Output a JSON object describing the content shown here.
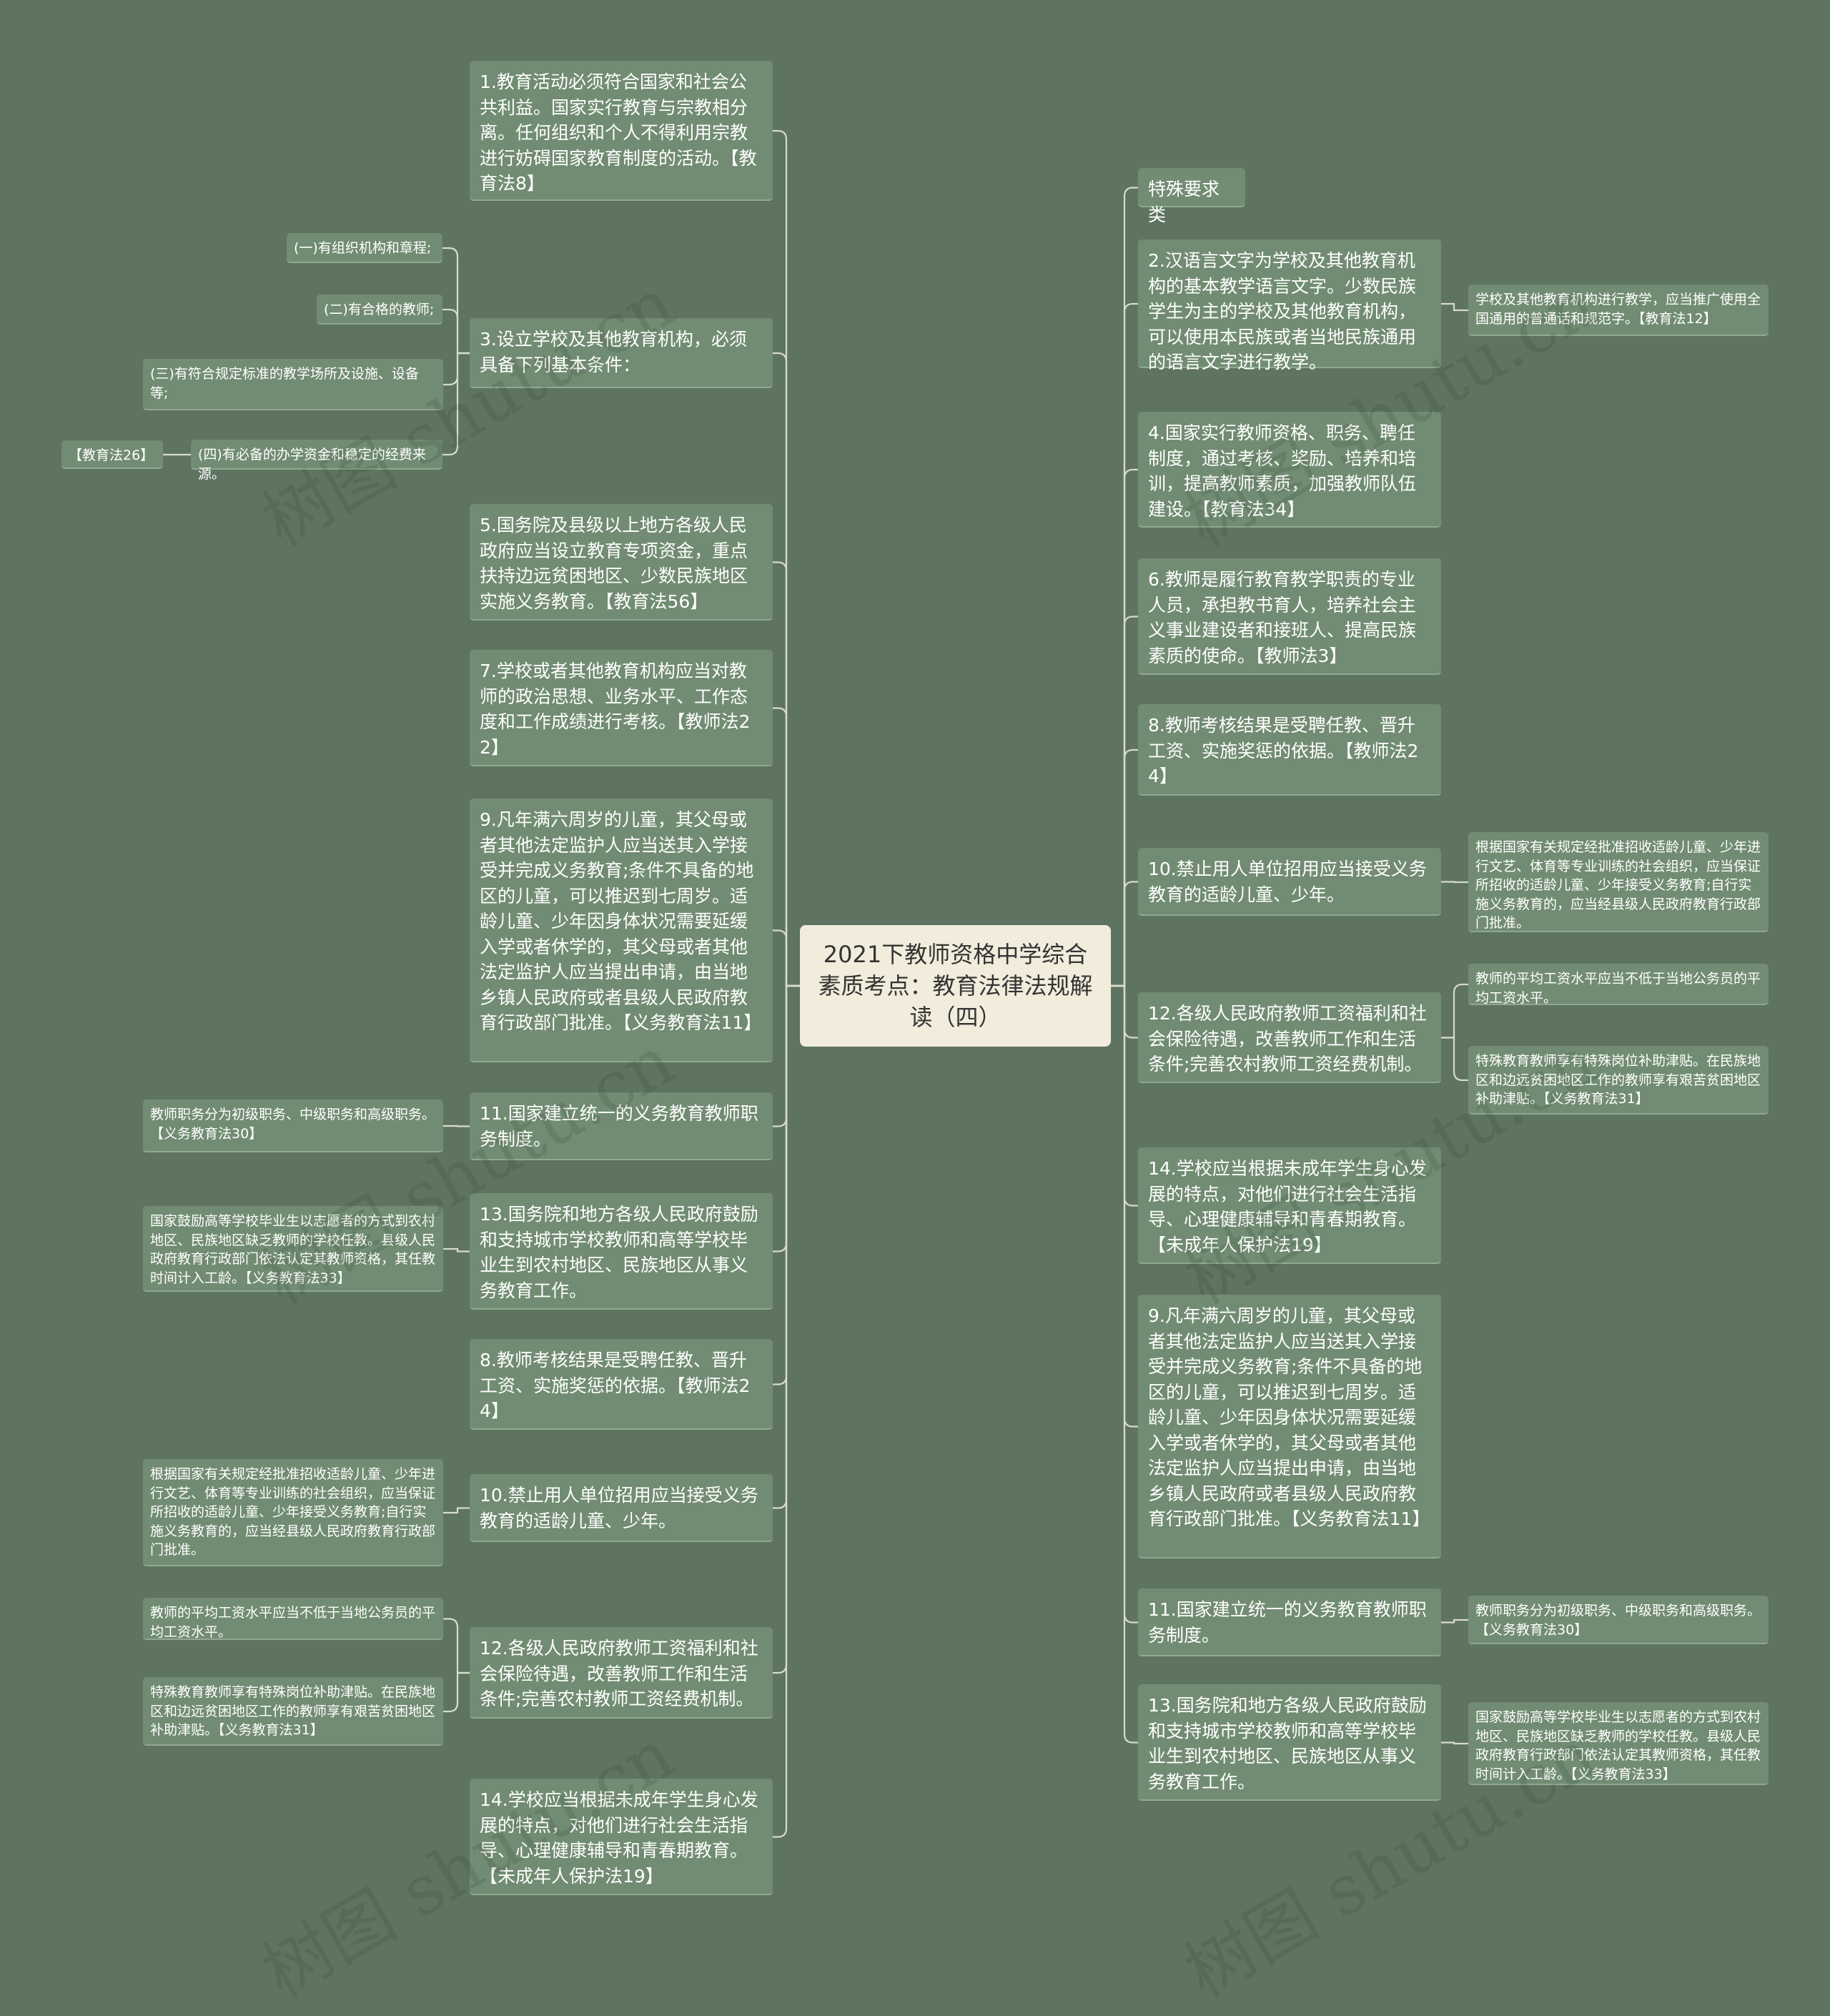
{
  "center": "2021下教师资格中学综合素质考点：教育法律法规解读（四）",
  "watermark": "树图 shutu.cn",
  "left": [
    {
      "text": "1.教育活动必须符合国家和社会公共利益。国家实行教育与宗教相分离。任何组织和个人不得利用宗教进行妨碍国家教育制度的活动。【教育法8】",
      "children": []
    },
    {
      "text": "3.设立学校及其他教育机构，必须具备下列基本条件：",
      "children": [
        {
          "text": "(一)有组织机构和章程;"
        },
        {
          "text": "(二)有合格的教师;"
        },
        {
          "text": "(三)有符合规定标准的教学场所及设施、设备等;"
        },
        {
          "text": "(四)有必备的办学资金和稳定的经费来源。",
          "child": "【教育法26】"
        }
      ]
    },
    {
      "text": "5.国务院及县级以上地方各级人民政府应当设立教育专项资金，重点扶持边远贫困地区、少数民族地区实施义务教育。【教育法56】",
      "children": []
    },
    {
      "text": "7.学校或者其他教育机构应当对教师的政治思想、业务水平、工作态度和工作成绩进行考核。【教师法22】",
      "children": []
    },
    {
      "text": "9.凡年满六周岁的儿童，其父母或者其他法定监护人应当送其入学接受并完成义务教育;条件不具备的地区的儿童，可以推迟到七周岁。适龄儿童、少年因身体状况需要延缓入学或者休学的，其父母或者其他法定监护人应当提出申请，由当地乡镇人民政府或者县级人民政府教育行政部门批准。【义务教育法11】",
      "children": []
    },
    {
      "text": "11.国家建立统一的义务教育教师职务制度。",
      "children": [
        {
          "text": "教师职务分为初级职务、中级职务和高级职务。【义务教育法30】"
        }
      ]
    },
    {
      "text": "13.国务院和地方各级人民政府鼓励和支持城市学校教师和高等学校毕业生到农村地区、民族地区从事义务教育工作。",
      "children": [
        {
          "text": "国家鼓励高等学校毕业生以志愿者的方式到农村地区、民族地区缺乏教师的学校任教。县级人民政府教育行政部门依法认定其教师资格，其任教时间计入工龄。【义务教育法33】"
        }
      ]
    },
    {
      "text": "8.教师考核结果是受聘任教、晋升工资、实施奖惩的依据。【教师法24】",
      "children": []
    },
    {
      "text": "10.禁止用人单位招用应当接受义务教育的适龄儿童、少年。",
      "children": [
        {
          "text": "根据国家有关规定经批准招收适龄儿童、少年进行文艺、体育等专业训练的社会组织，应当保证所招收的适龄儿童、少年接受义务教育;自行实施义务教育的，应当经县级人民政府教育行政部门批准。"
        }
      ]
    },
    {
      "text": "12.各级人民政府教师工资福利和社会保险待遇，改善教师工作和生活条件;完善农村教师工资经费机制。",
      "children": [
        {
          "text": "教师的平均工资水平应当不低于当地公务员的平均工资水平。"
        },
        {
          "text": "特殊教育教师享有特殊岗位补助津贴。在民族地区和边远贫困地区工作的教师享有艰苦贫困地区补助津贴。【义务教育法31】"
        }
      ]
    },
    {
      "text": "14.学校应当根据未成年学生身心发展的特点，对他们进行社会生活指导、心理健康辅导和青春期教育。【未成年人保护法19】",
      "children": []
    }
  ],
  "right": [
    {
      "text": "特殊要求类",
      "children": []
    },
    {
      "text": "2.汉语言文字为学校及其他教育机构的基本教学语言文字。少数民族学生为主的学校及其他教育机构，可以使用本民族或者当地民族通用的语言文字进行教学。",
      "children": [
        {
          "text": "学校及其他教育机构进行教学，应当推广使用全国通用的普通话和规范字。【教育法12】"
        }
      ]
    },
    {
      "text": "4.国家实行教师资格、职务、聘任制度，通过考核、奖励、培养和培训，提高教师素质，加强教师队伍建设。【教育法34】",
      "children": []
    },
    {
      "text": "6.教师是履行教育教学职责的专业人员，承担教书育人，培养社会主义事业建设者和接班人、提高民族素质的使命。【教师法3】",
      "children": []
    },
    {
      "text": "8.教师考核结果是受聘任教、晋升工资、实施奖惩的依据。【教师法24】",
      "children": []
    },
    {
      "text": "10.禁止用人单位招用应当接受义务教育的适龄儿童、少年。",
      "children": [
        {
          "text": "根据国家有关规定经批准招收适龄儿童、少年进行文艺、体育等专业训练的社会组织，应当保证所招收的适龄儿童、少年接受义务教育;自行实施义务教育的，应当经县级人民政府教育行政部门批准。"
        }
      ]
    },
    {
      "text": "12.各级人民政府教师工资福利和社会保险待遇，改善教师工作和生活条件;完善农村教师工资经费机制。",
      "children": [
        {
          "text": "教师的平均工资水平应当不低于当地公务员的平均工资水平。"
        },
        {
          "text": "特殊教育教师享有特殊岗位补助津贴。在民族地区和边远贫困地区工作的教师享有艰苦贫困地区补助津贴。【义务教育法31】"
        }
      ]
    },
    {
      "text": "14.学校应当根据未成年学生身心发展的特点，对他们进行社会生活指导、心理健康辅导和青春期教育。【未成年人保护法19】",
      "children": []
    },
    {
      "text": "9.凡年满六周岁的儿童，其父母或者其他法定监护人应当送其入学接受并完成义务教育;条件不具备的地区的儿童，可以推迟到七周岁。适龄儿童、少年因身体状况需要延缓入学或者休学的，其父母或者其他法定监护人应当提出申请，由当地乡镇人民政府或者县级人民政府教育行政部门批准。【义务教育法11】",
      "children": []
    },
    {
      "text": "11.国家建立统一的义务教育教师职务制度。",
      "children": [
        {
          "text": "教师职务分为初级职务、中级职务和高级职务。【义务教育法30】"
        }
      ]
    },
    {
      "text": "13.国务院和地方各级人民政府鼓励和支持城市学校教师和高等学校毕业生到农村地区、民族地区从事义务教育工作。",
      "children": [
        {
          "text": "国家鼓励高等学校毕业生以志愿者的方式到农村地区、民族地区缺乏教师的学校任教。县级人民政府教育行政部门依法认定其教师资格，其任教时间计入工龄。【义务教育法33】"
        }
      ]
    }
  ]
}
